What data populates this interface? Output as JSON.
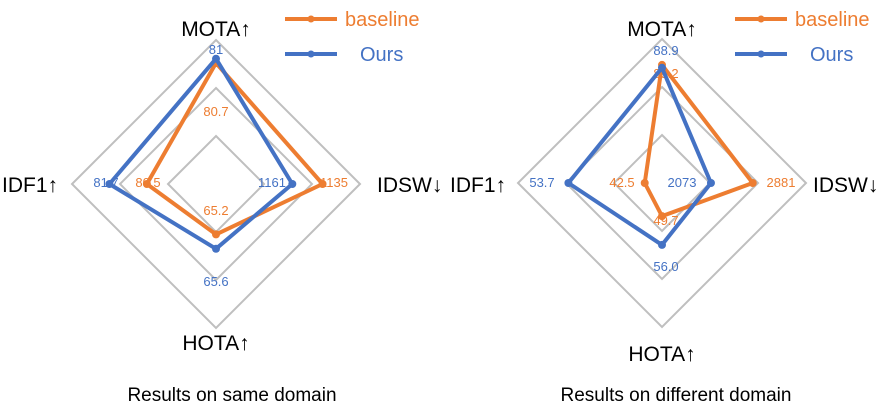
{
  "chart_data": [
    {
      "type": "radar",
      "title": "Results on same domain",
      "axes": [
        "MOTA↑",
        "IDSW↓",
        "HOTA↑",
        "IDF1↑"
      ],
      "grid": true,
      "series": [
        {
          "name": "baseline",
          "color": "#ED7D31",
          "values": [
            80.7,
            1135,
            65.2,
            80.5
          ],
          "labels": [
            "80.7",
            "1135",
            "65.2",
            "80.5"
          ]
        },
        {
          "name": "Ours",
          "color": "#4472C4",
          "values": [
            81,
            1161,
            65.6,
            81.7
          ],
          "labels": [
            "81",
            "1161",
            "65.6",
            "81.7"
          ]
        }
      ]
    },
    {
      "type": "radar",
      "title": "Results on different domain",
      "axes": [
        "MOTA↑",
        "IDSW↓",
        "HOTA↑",
        "IDF1↑"
      ],
      "grid": true,
      "series": [
        {
          "name": "baseline",
          "color": "#ED7D31",
          "values": [
            89.2,
            2881,
            49.7,
            42.5
          ],
          "labels": [
            "89.2",
            "2881",
            "49.7",
            "42.5"
          ]
        },
        {
          "name": "Ours",
          "color": "#4472C4",
          "values": [
            88.9,
            2073,
            56.0,
            53.7
          ],
          "labels": [
            "88.9",
            "2073",
            "56.0",
            "53.7"
          ]
        }
      ]
    }
  ],
  "legend": [
    {
      "name": "baseline",
      "color": "#ED7D31"
    },
    {
      "name": "Ours",
      "color": "#4472C4"
    }
  ],
  "gridColor": "#BFBFBF"
}
